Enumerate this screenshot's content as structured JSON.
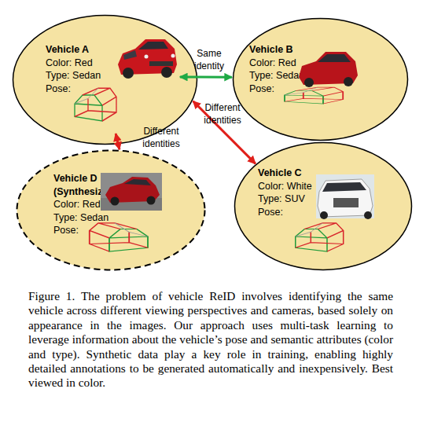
{
  "diagram": {
    "caption": "Figure 1. The problem of vehicle ReID involves identifying the same vehicle across different viewing perspectives and cameras, based solely on appearance in the images. Our approach uses multi-task learning to leverage information about the vehicle’s pose and semantic attributes (color and type). Synthetic data play a key role in training, enabling highly detailed annotations to be generated automatically and inexpensively. Best viewed in color.",
    "nodes": [
      {
        "text": [
          "Vehicle A",
          "Color: Red",
          "Type: Sedan",
          "Pose:"
        ]
      },
      {
        "text": [
          "Vehicle B",
          "Color: Red",
          "Type: Sedan",
          "Pose:"
        ]
      },
      {
        "text": [
          "Vehicle D (Synthesized)",
          "Color: Red",
          "Type: Sedan",
          "Pose:"
        ]
      },
      {
        "text": [
          "Vehicle C",
          "Color: White",
          "Type: SUV",
          "Pose:"
        ]
      }
    ],
    "edges": [
      {
        "from": 0,
        "to": 1,
        "arrow": "both",
        "label": "Same identity"
      },
      {
        "from": 0,
        "to": 3,
        "arrow": "both",
        "label": "Different identities"
      },
      {
        "from": 0,
        "to": 2,
        "arrow": "both",
        "label": "Different identities"
      }
    ]
  }
}
